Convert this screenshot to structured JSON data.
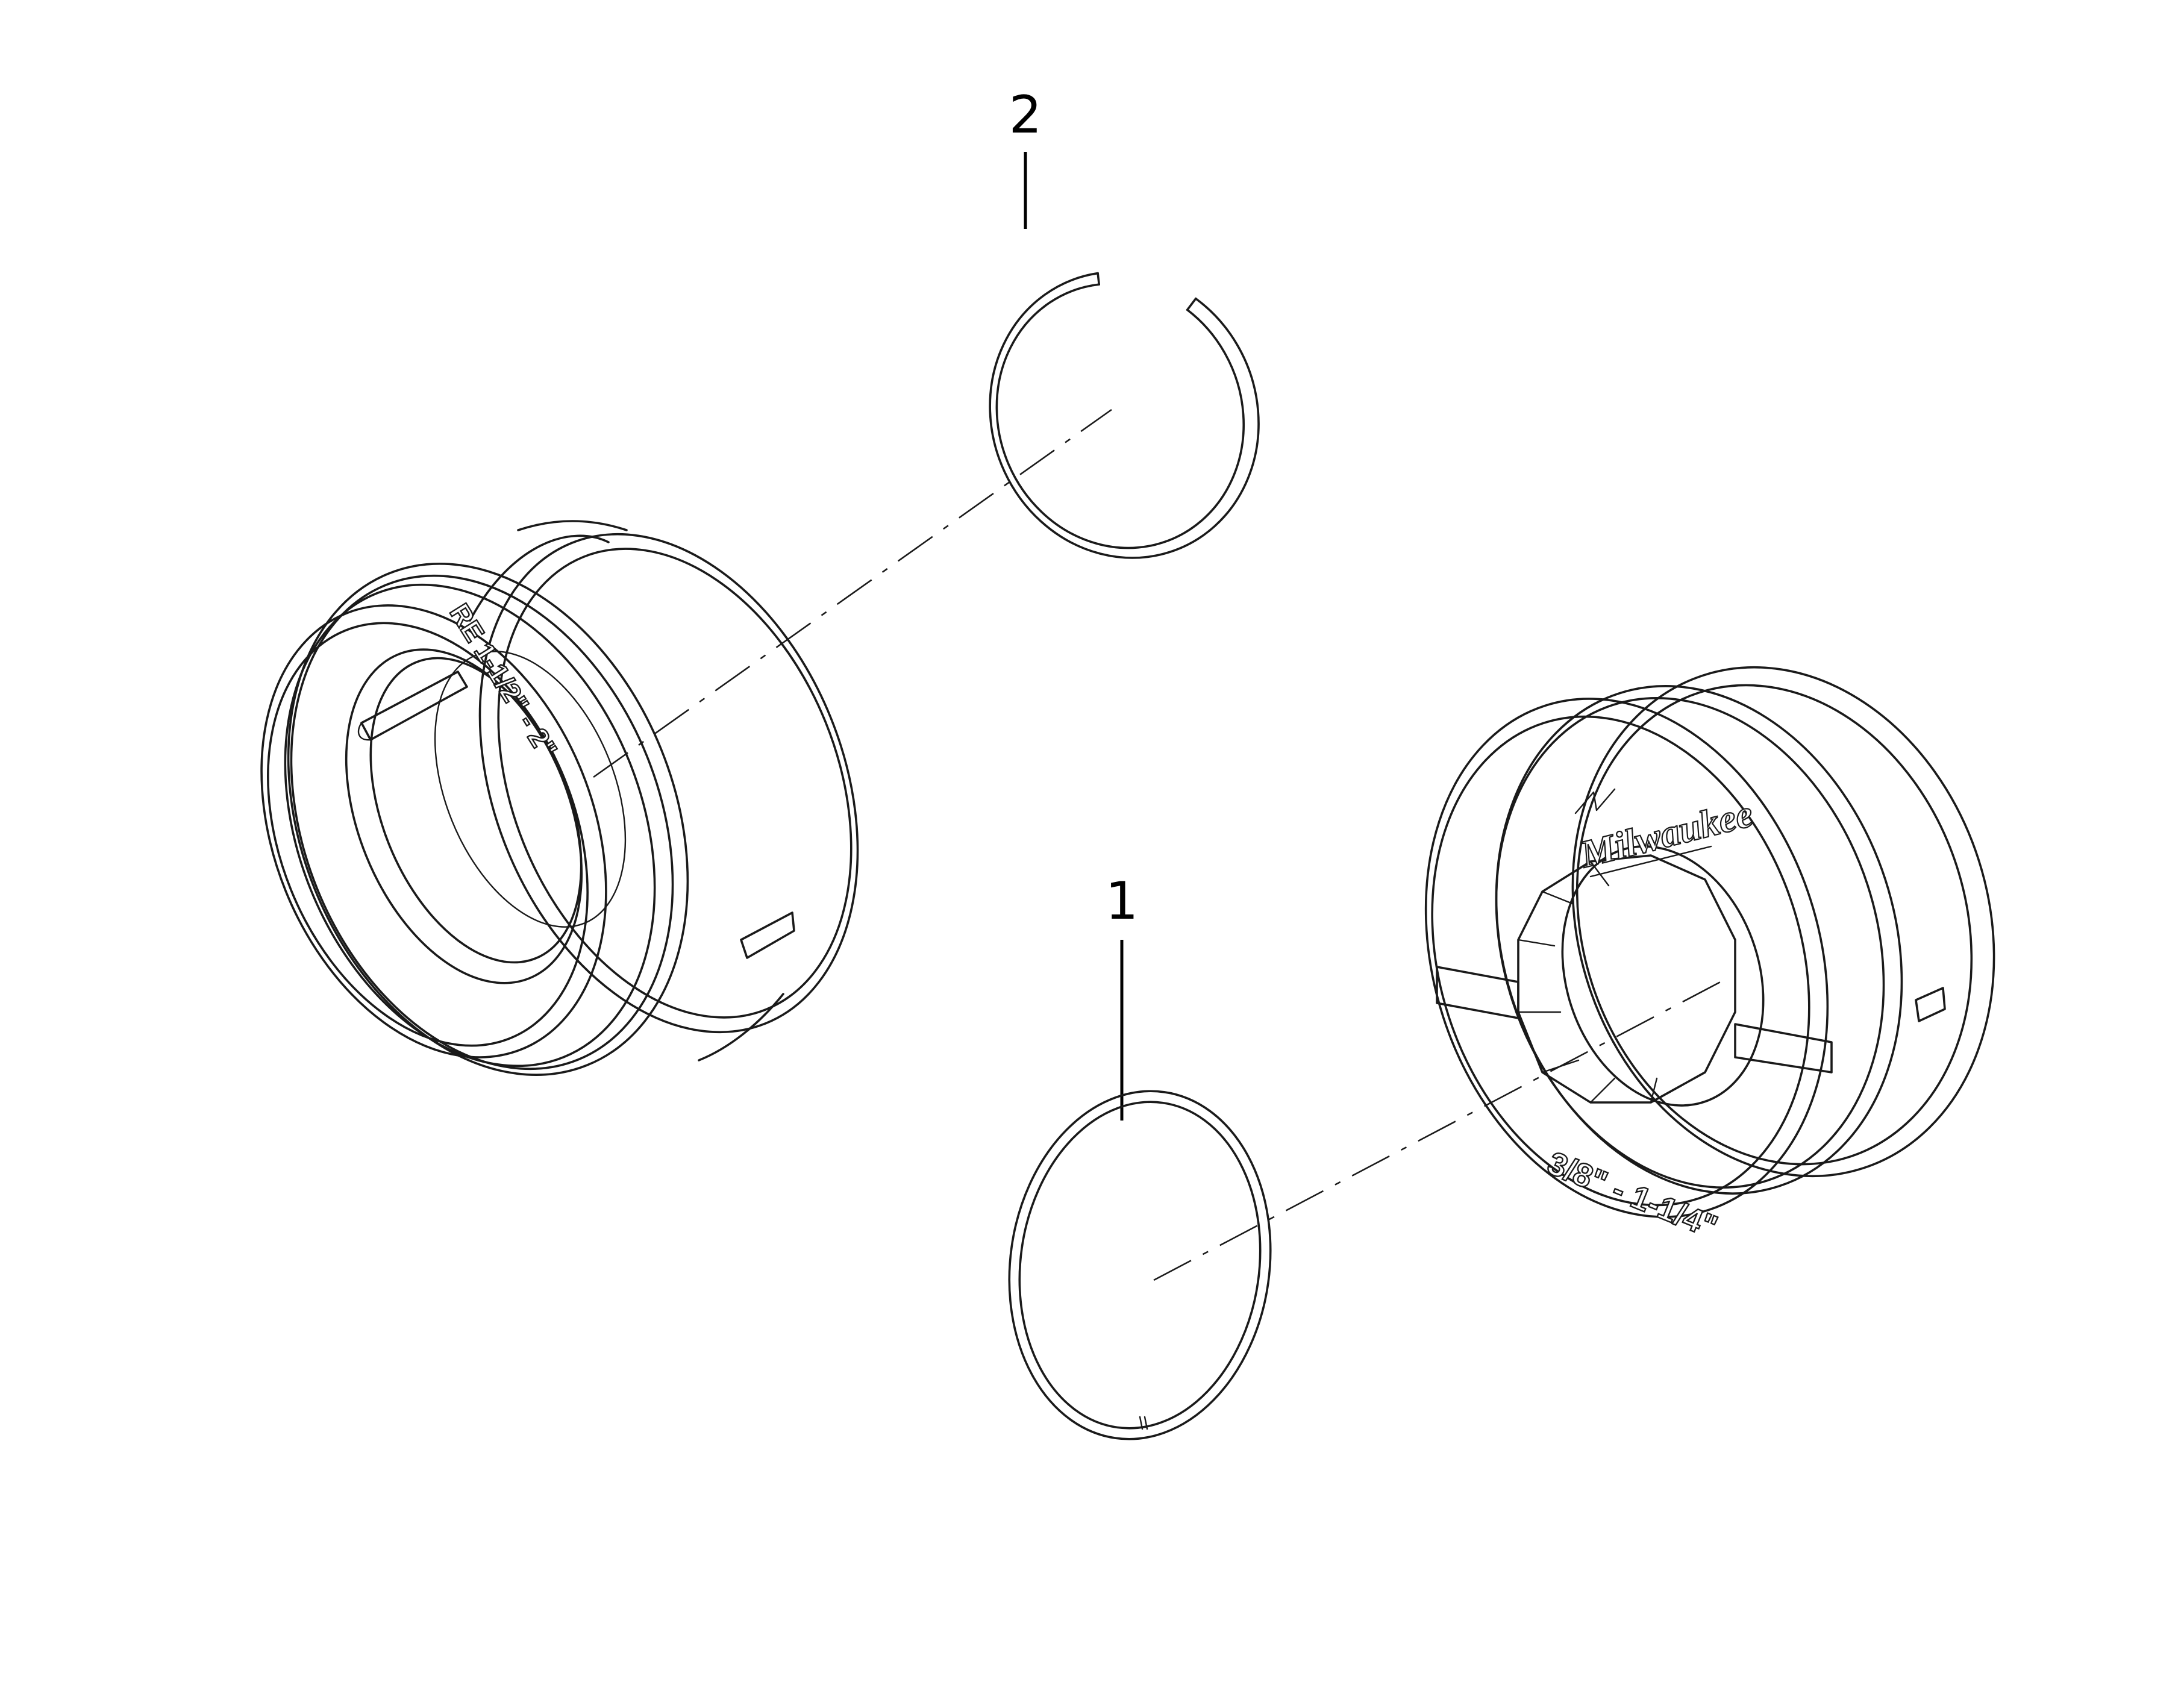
{
  "callouts": [
    {
      "id": "1",
      "label": "1"
    },
    {
      "id": "2",
      "label": "2"
    }
  ],
  "engravings": {
    "left_die_size": "RE 1-1/2\" - 2\"",
    "right_die_size": "3/8\" - 1-1/4\"",
    "brand": "Milwaukee"
  }
}
